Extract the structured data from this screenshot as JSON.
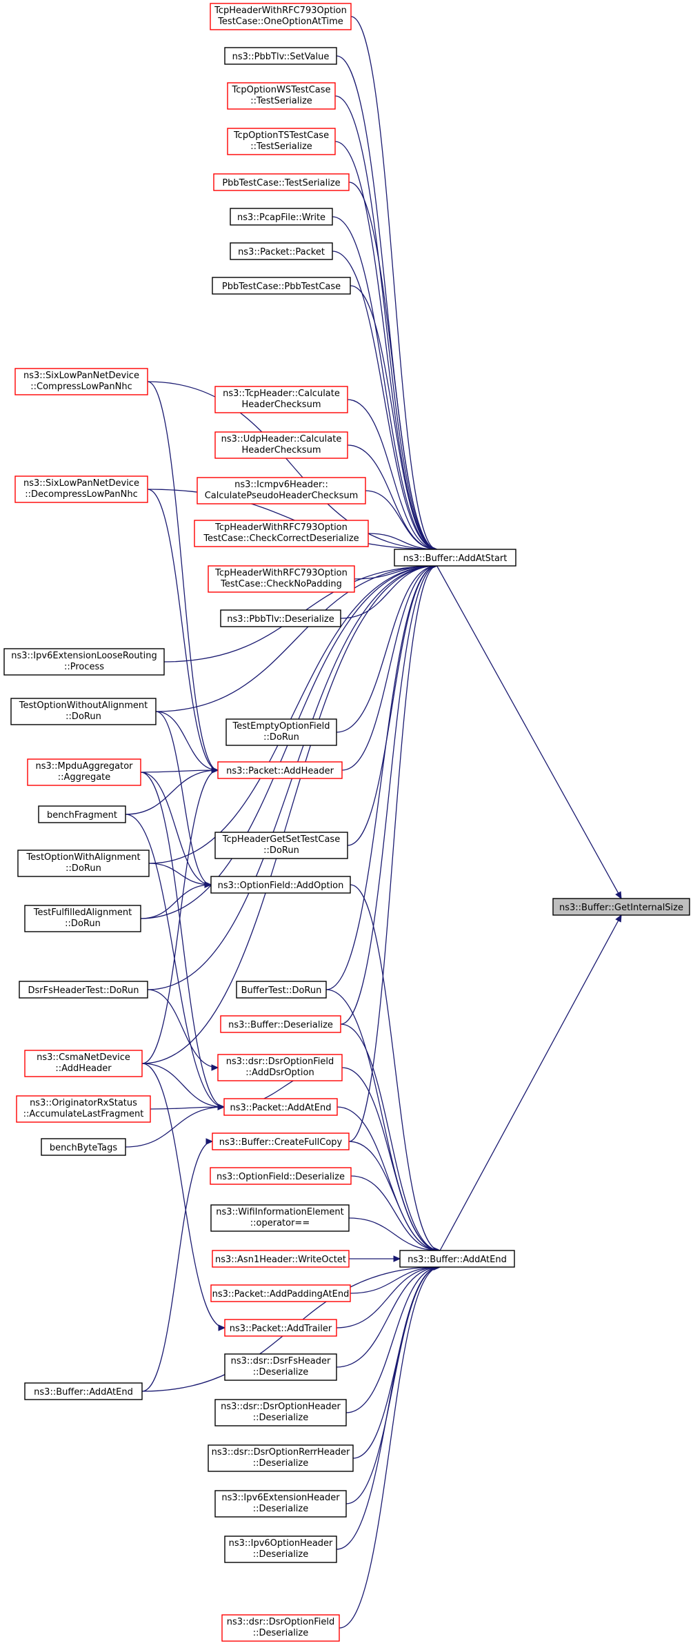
{
  "nodes": [
    {
      "id": "n1",
      "lines": [
        "TcpHeaderWithRFC793Option",
        "TestCase::OneOptionAtTime"
      ],
      "border": "red",
      "link": true
    },
    {
      "id": "n2",
      "lines": [
        "ns3::PbbTlv::SetValue"
      ],
      "border": "black",
      "link": true
    },
    {
      "id": "n3",
      "lines": [
        "TcpOptionWSTestCase",
        "::TestSerialize"
      ],
      "border": "red",
      "link": true
    },
    {
      "id": "n4",
      "lines": [
        "TcpOptionTSTestCase",
        "::TestSerialize"
      ],
      "border": "red",
      "link": true
    },
    {
      "id": "n5",
      "lines": [
        "PbbTestCase::TestSerialize"
      ],
      "border": "red",
      "link": true
    },
    {
      "id": "n6",
      "lines": [
        "ns3::PcapFile::Write"
      ],
      "border": "black",
      "link": true
    },
    {
      "id": "n7",
      "lines": [
        "ns3::Packet::Packet"
      ],
      "border": "black",
      "link": true
    },
    {
      "id": "n8",
      "lines": [
        "PbbTestCase::PbbTestCase"
      ],
      "border": "black",
      "link": true
    },
    {
      "id": "n9",
      "lines": [
        "ns3::SixLowPanNetDevice",
        "::CompressLowPanNhc"
      ],
      "border": "red",
      "link": true
    },
    {
      "id": "n10",
      "lines": [
        "ns3::TcpHeader::Calculate",
        "HeaderChecksum"
      ],
      "border": "red",
      "link": true
    },
    {
      "id": "n11",
      "lines": [
        "ns3::UdpHeader::Calculate",
        "HeaderChecksum"
      ],
      "border": "red",
      "link": true
    },
    {
      "id": "n12",
      "lines": [
        "ns3::SixLowPanNetDevice",
        "::DecompressLowPanNhc"
      ],
      "border": "red",
      "link": true
    },
    {
      "id": "n13",
      "lines": [
        "ns3::Icmpv6Header::",
        "CalculatePseudoHeaderChecksum"
      ],
      "border": "red",
      "link": true
    },
    {
      "id": "n14",
      "lines": [
        "TcpHeaderWithRFC793Option",
        "TestCase::CheckCorrectDeserialize"
      ],
      "border": "red",
      "link": true
    },
    {
      "id": "n15",
      "lines": [
        "ns3::Buffer::AddAtStart"
      ],
      "border": "black",
      "link": true
    },
    {
      "id": "n16",
      "lines": [
        "TcpHeaderWithRFC793Option",
        "TestCase::CheckNoPadding"
      ],
      "border": "red",
      "link": true
    },
    {
      "id": "n17",
      "lines": [
        "ns3::PbbTlv::Deserialize"
      ],
      "border": "black",
      "link": true
    },
    {
      "id": "n18",
      "lines": [
        "ns3::Ipv6ExtensionLooseRouting",
        "::Process"
      ],
      "border": "black",
      "link": true
    },
    {
      "id": "n19",
      "lines": [
        "TestOptionWithoutAlignment",
        "::DoRun"
      ],
      "border": "black",
      "link": true
    },
    {
      "id": "n20",
      "lines": [
        "TestEmptyOptionField",
        "::DoRun"
      ],
      "border": "black",
      "link": true
    },
    {
      "id": "n21",
      "lines": [
        "ns3::MpduAggregator",
        "::Aggregate"
      ],
      "border": "red",
      "link": true
    },
    {
      "id": "n22",
      "lines": [
        "ns3::Packet::AddHeader"
      ],
      "border": "red",
      "link": true
    },
    {
      "id": "n23",
      "lines": [
        "benchFragment"
      ],
      "border": "black",
      "link": true
    },
    {
      "id": "n24",
      "lines": [
        "TestOptionWithAlignment",
        "::DoRun"
      ],
      "border": "black",
      "link": true
    },
    {
      "id": "n25",
      "lines": [
        "TcpHeaderGetSetTestCase",
        "::DoRun"
      ],
      "border": "black",
      "link": true
    },
    {
      "id": "n26",
      "lines": [
        "ns3::OptionField::AddOption"
      ],
      "border": "black",
      "link": true
    },
    {
      "id": "n27",
      "lines": [
        "ns3::Buffer::GetInternalSize"
      ],
      "border": "black",
      "link": false,
      "focus": true
    },
    {
      "id": "n28",
      "lines": [
        "TestFulfilledAlignment",
        "::DoRun"
      ],
      "border": "black",
      "link": true
    },
    {
      "id": "n29",
      "lines": [
        "DsrFsHeaderTest::DoRun"
      ],
      "border": "black",
      "link": true
    },
    {
      "id": "n30",
      "lines": [
        "BufferTest::DoRun"
      ],
      "border": "black",
      "link": true
    },
    {
      "id": "n31",
      "lines": [
        "ns3::Buffer::Deserialize"
      ],
      "border": "red",
      "link": true
    },
    {
      "id": "n32",
      "lines": [
        "ns3::CsmaNetDevice",
        "::AddHeader"
      ],
      "border": "red",
      "link": true
    },
    {
      "id": "n33",
      "lines": [
        "ns3::dsr::DsrOptionField",
        "::AddDsrOption"
      ],
      "border": "red",
      "link": true
    },
    {
      "id": "n34",
      "lines": [
        "ns3::OriginatorRxStatus",
        "::AccumulateLastFragment"
      ],
      "border": "red",
      "link": true
    },
    {
      "id": "n35",
      "lines": [
        "ns3::Packet::AddAtEnd"
      ],
      "border": "red",
      "link": true
    },
    {
      "id": "n36",
      "lines": [
        "benchByteTags"
      ],
      "border": "black",
      "link": true
    },
    {
      "id": "n37",
      "lines": [
        "ns3::Buffer::CreateFullCopy"
      ],
      "border": "red",
      "link": true
    },
    {
      "id": "n38",
      "lines": [
        "ns3::OptionField::Deserialize"
      ],
      "border": "red",
      "link": true
    },
    {
      "id": "n39",
      "lines": [
        "ns3::WifiInformationElement",
        "::operator=="
      ],
      "border": "black",
      "link": true
    },
    {
      "id": "n40",
      "lines": [
        "ns3::Asn1Header::WriteOctet"
      ],
      "border": "red",
      "link": true
    },
    {
      "id": "n41",
      "lines": [
        "ns3::Buffer::AddAtEnd"
      ],
      "border": "black",
      "link": true
    },
    {
      "id": "n42",
      "lines": [
        "ns3::Packet::AddPaddingAtEnd"
      ],
      "border": "red",
      "link": true
    },
    {
      "id": "n43",
      "lines": [
        "ns3::Packet::AddTrailer"
      ],
      "border": "red",
      "link": true
    },
    {
      "id": "n44",
      "lines": [
        "ns3::dsr::DsrFsHeader",
        "::Deserialize"
      ],
      "border": "black",
      "link": true
    },
    {
      "id": "n45",
      "lines": [
        "ns3::Buffer::AddAtEnd"
      ],
      "border": "black",
      "link": true
    },
    {
      "id": "n46",
      "lines": [
        "ns3::dsr::DsrOptionHeader",
        "::Deserialize"
      ],
      "border": "black",
      "link": true
    },
    {
      "id": "n47",
      "lines": [
        "ns3::dsr::DsrOptionRerrHeader",
        "::Deserialize"
      ],
      "border": "black",
      "link": true
    },
    {
      "id": "n48",
      "lines": [
        "ns3::Ipv6ExtensionHeader",
        "::Deserialize"
      ],
      "border": "black",
      "link": true
    },
    {
      "id": "n49",
      "lines": [
        "ns3::Ipv6OptionHeader",
        "::Deserialize"
      ],
      "border": "black",
      "link": true
    },
    {
      "id": "n50",
      "lines": [
        "ns3::dsr::DsrOptionField",
        "::Deserialize"
      ],
      "border": "red",
      "link": true
    }
  ],
  "edges": [
    [
      "n15",
      "n27"
    ],
    [
      "n41",
      "n27"
    ],
    [
      "n1",
      "n15"
    ],
    [
      "n2",
      "n15"
    ],
    [
      "n3",
      "n15"
    ],
    [
      "n4",
      "n15"
    ],
    [
      "n5",
      "n15"
    ],
    [
      "n6",
      "n15"
    ],
    [
      "n7",
      "n15"
    ],
    [
      "n8",
      "n15"
    ],
    [
      "n9",
      "n15"
    ],
    [
      "n10",
      "n15"
    ],
    [
      "n11",
      "n15"
    ],
    [
      "n12",
      "n15"
    ],
    [
      "n13",
      "n15"
    ],
    [
      "n14",
      "n15"
    ],
    [
      "n16",
      "n15"
    ],
    [
      "n17",
      "n15"
    ],
    [
      "n18",
      "n15"
    ],
    [
      "n19",
      "n15"
    ],
    [
      "n20",
      "n15"
    ],
    [
      "n22",
      "n15"
    ],
    [
      "n24",
      "n15"
    ],
    [
      "n25",
      "n15"
    ],
    [
      "n28",
      "n15"
    ],
    [
      "n29",
      "n15"
    ],
    [
      "n30",
      "n15"
    ],
    [
      "n31",
      "n15"
    ],
    [
      "n32",
      "n15"
    ],
    [
      "n37",
      "n15"
    ],
    [
      "n9",
      "n22"
    ],
    [
      "n12",
      "n22"
    ],
    [
      "n21",
      "n22"
    ],
    [
      "n23",
      "n22"
    ],
    [
      "n19",
      "n22"
    ],
    [
      "n32",
      "n22"
    ],
    [
      "n19",
      "n26"
    ],
    [
      "n24",
      "n26"
    ],
    [
      "n28",
      "n26"
    ],
    [
      "n21",
      "n26"
    ],
    [
      "n29",
      "n33"
    ],
    [
      "n23",
      "n35"
    ],
    [
      "n34",
      "n35"
    ],
    [
      "n36",
      "n35"
    ],
    [
      "n32",
      "n35"
    ],
    [
      "n21",
      "n35"
    ],
    [
      "n33",
      "n35"
    ],
    [
      "n45",
      "n37"
    ],
    [
      "n32",
      "n43"
    ],
    [
      "n26",
      "n41"
    ],
    [
      "n30",
      "n41"
    ],
    [
      "n31",
      "n41"
    ],
    [
      "n33",
      "n41"
    ],
    [
      "n35",
      "n41"
    ],
    [
      "n37",
      "n41"
    ],
    [
      "n38",
      "n41"
    ],
    [
      "n39",
      "n41"
    ],
    [
      "n40",
      "n41"
    ],
    [
      "n42",
      "n41"
    ],
    [
      "n43",
      "n41"
    ],
    [
      "n44",
      "n41"
    ],
    [
      "n45",
      "n41"
    ],
    [
      "n46",
      "n41"
    ],
    [
      "n47",
      "n41"
    ],
    [
      "n48",
      "n41"
    ],
    [
      "n49",
      "n41"
    ],
    [
      "n50",
      "n41"
    ]
  ]
}
